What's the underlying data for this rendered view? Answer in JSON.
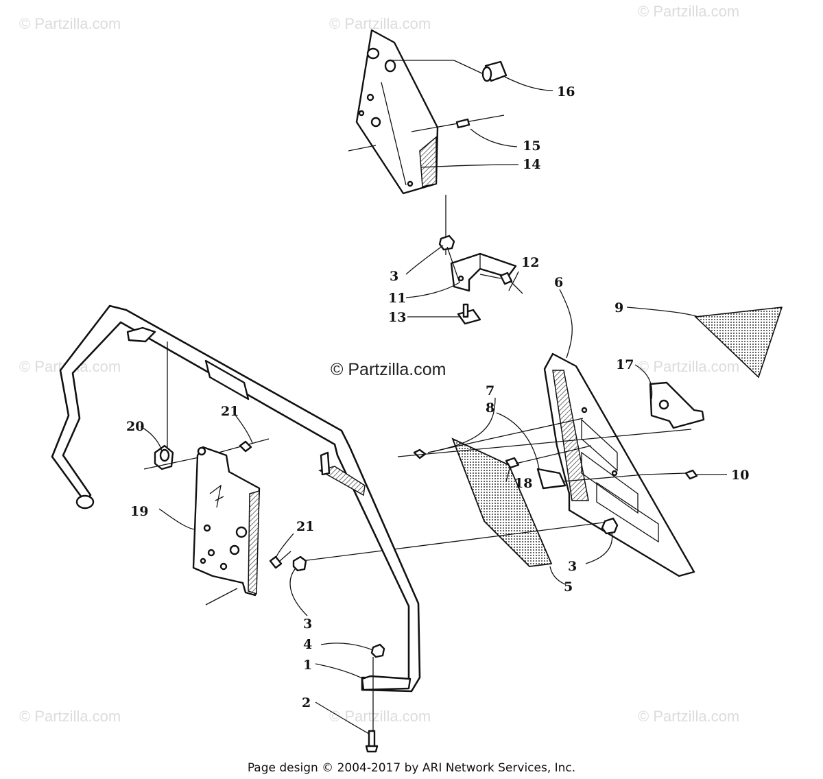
{
  "watermarks": {
    "corner": "© Partzilla.com",
    "center": "© Partzilla.com"
  },
  "footer": "Page design © 2004-2017 by ARI Network Services, Inc.",
  "callouts": {
    "c1": "1",
    "c2": "2",
    "c3a": "3",
    "c3b": "3",
    "c3c": "3",
    "c4": "4",
    "c5": "5",
    "c6": "6",
    "c7": "7",
    "c8": "8",
    "c9": "9",
    "c10": "10",
    "c11": "11",
    "c12": "12",
    "c13": "13",
    "c14": "14",
    "c15": "15",
    "c16": "16",
    "c17": "17",
    "c18": "18",
    "c19": "19",
    "c20": "20",
    "c21a": "21",
    "c21b": "21"
  }
}
